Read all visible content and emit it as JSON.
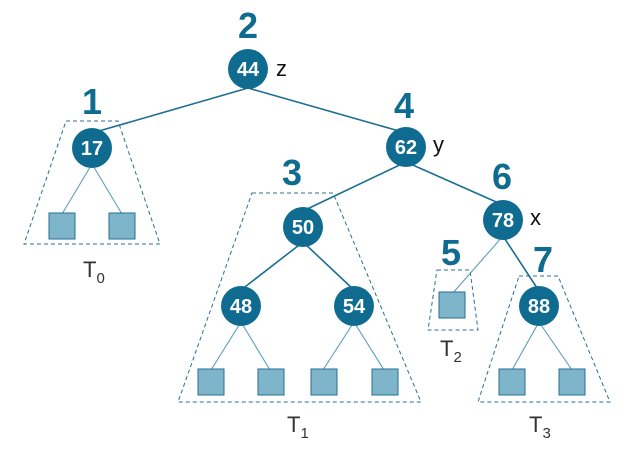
{
  "nodes": {
    "n44": {
      "key": "44",
      "order": "2",
      "letter": "z"
    },
    "n17": {
      "key": "17",
      "order": "1"
    },
    "n62": {
      "key": "62",
      "order": "4",
      "letter": "y"
    },
    "n50": {
      "key": "50",
      "order": "3"
    },
    "n78": {
      "key": "78",
      "order": "6",
      "letter": "x"
    },
    "n48": {
      "key": "48"
    },
    "n54": {
      "key": "54"
    },
    "n88": {
      "key": "88",
      "order": "7"
    }
  },
  "subtrees": {
    "t0": {
      "letter": "T",
      "sub": "0"
    },
    "t1": {
      "letter": "T",
      "sub": "1"
    },
    "t2": {
      "letter": "T",
      "sub": "2",
      "order": "5"
    },
    "t3": {
      "letter": "T",
      "sub": "3"
    }
  },
  "colors": {
    "node": "#0f6c90",
    "leaf_fill": "#7fb5cb",
    "edge": "#1b6f93"
  }
}
